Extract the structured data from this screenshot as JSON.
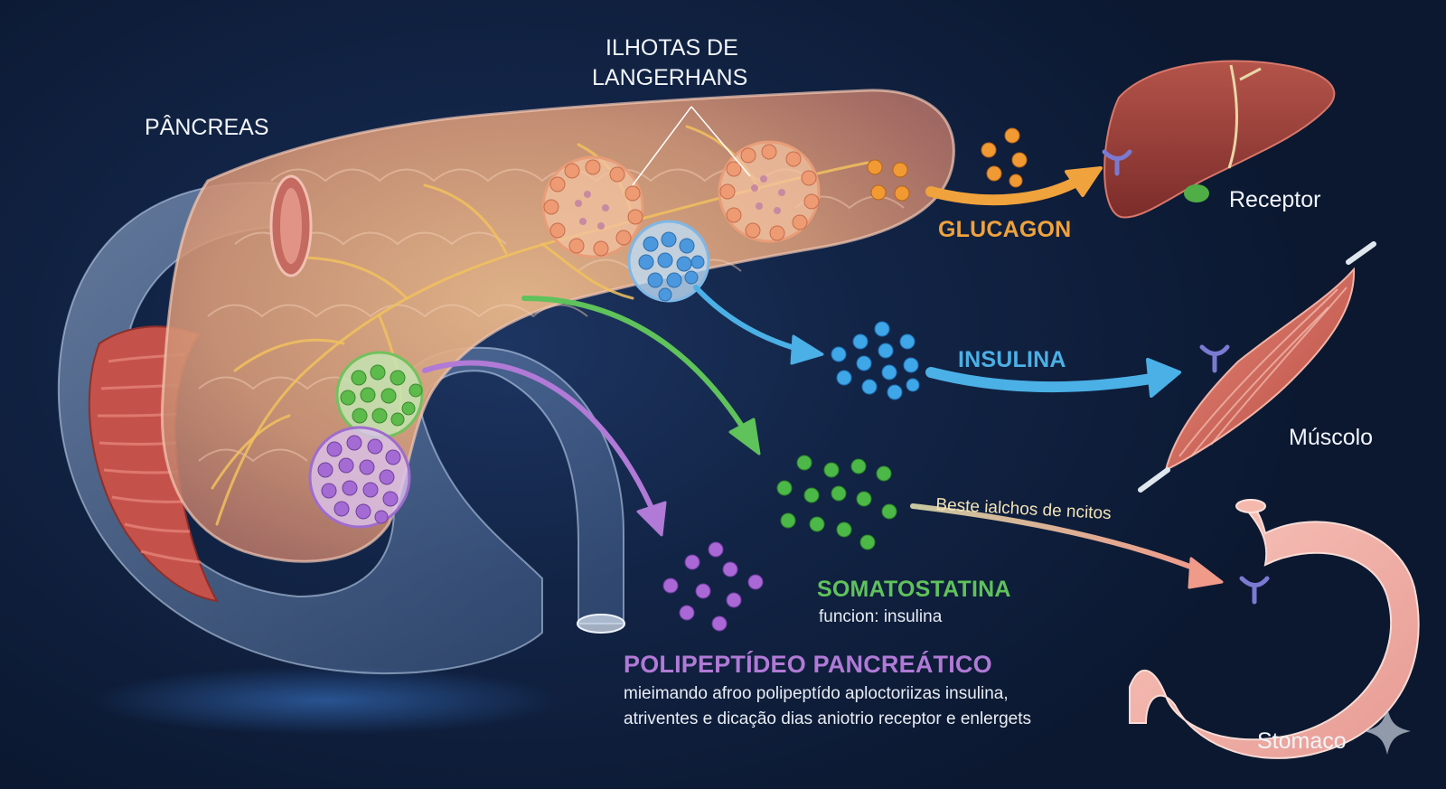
{
  "labels": {
    "pancreas": "PÂNCREAS",
    "islets_line1": "ILHOTAS DE",
    "islets_line2": "LANGERHANS",
    "receptor": "Receptor",
    "muscle": "Múscolo",
    "stomach": "Stomaco"
  },
  "hormones": {
    "glucagon": {
      "name": "GLUCAGON",
      "color": "#f0a23c"
    },
    "insulin": {
      "name": "INSULINA",
      "color": "#4bb0e6"
    },
    "somatostatin": {
      "name": "SOMATOSTATINA",
      "color": "#5fc25a",
      "note": "funcion: insulina"
    },
    "polypeptide": {
      "name": "POLIPEPTÍDEO PANCREÁTICO",
      "color": "#b07ad6",
      "desc_line1": "mieimando afroo polipeptído aploctoriizas insulina,",
      "desc_line2": "atriventes e dicação dias aniotrio receptor e enlergets"
    }
  },
  "arrow_note": "Beste ialchos de ncitos"
}
